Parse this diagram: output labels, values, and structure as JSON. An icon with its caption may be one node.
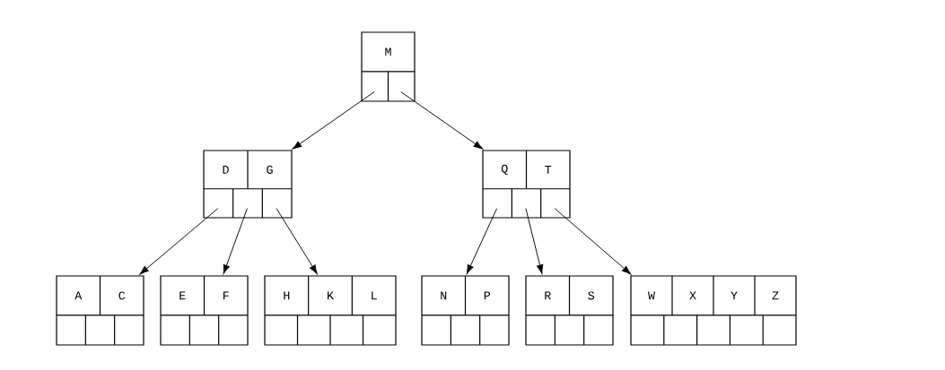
{
  "diagram": {
    "nodes": [
      {
        "text": [
          "M"
        ]
      },
      {
        "text": [
          "D",
          "G"
        ]
      },
      {
        "text": [
          "Q",
          "T"
        ]
      },
      {
        "text": [
          "A",
          "C"
        ]
      },
      {
        "text": [
          "E",
          "F"
        ]
      },
      {
        "text": [
          "H",
          "K",
          "L"
        ]
      },
      {
        "text": [
          "N",
          "P"
        ]
      },
      {
        "text": [
          "R",
          "S"
        ]
      },
      {
        "text": [
          "W",
          "X",
          "Y",
          "Z"
        ]
      }
    ],
    "edges": [
      {
        "from": 0,
        "to": 1,
        "arrow": "to"
      },
      {
        "from": 0,
        "to": 2,
        "arrow": "to"
      },
      {
        "from": 1,
        "to": 3,
        "arrow": "to"
      },
      {
        "from": 1,
        "to": 4,
        "arrow": "to"
      },
      {
        "from": 1,
        "to": 5,
        "arrow": "to"
      },
      {
        "from": 2,
        "to": 6,
        "arrow": "to"
      },
      {
        "from": 2,
        "to": 7,
        "arrow": "to"
      },
      {
        "from": 2,
        "to": 8,
        "arrow": "to"
      }
    ]
  }
}
